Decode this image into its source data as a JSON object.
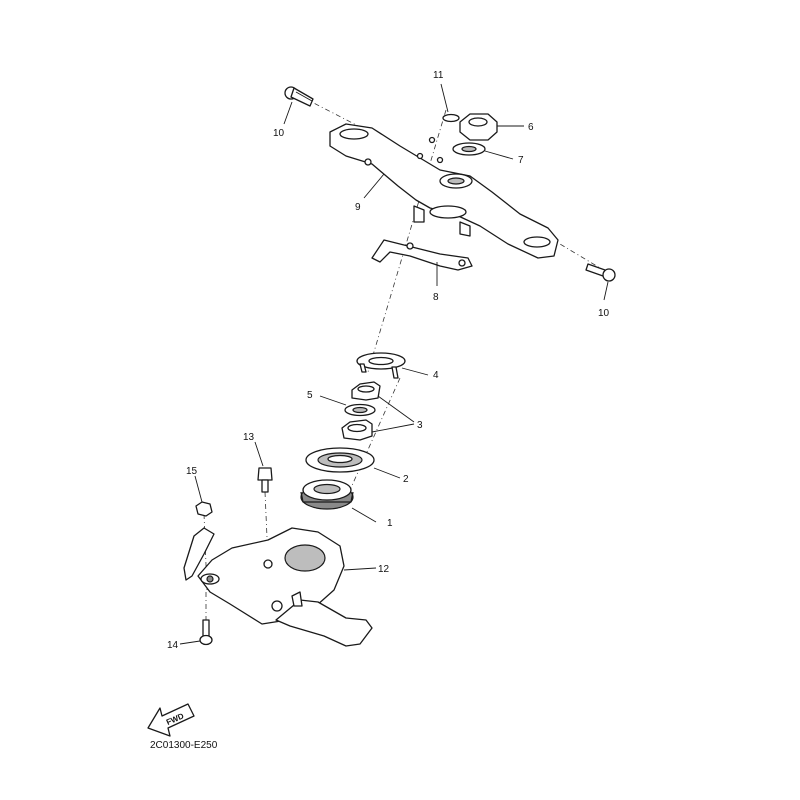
{
  "diagram": {
    "callouts": {
      "c1": "1",
      "c2": "2",
      "c3": "3",
      "c4": "4",
      "c5": "5",
      "c6": "6",
      "c7": "7",
      "c8": "8",
      "c9": "9",
      "c10a": "10",
      "c10b": "10",
      "c11": "11",
      "c12": "12",
      "c13": "13",
      "c14": "14",
      "c15": "15"
    },
    "fwd_label": "FWD",
    "reference_code": "2C01300-E250"
  }
}
